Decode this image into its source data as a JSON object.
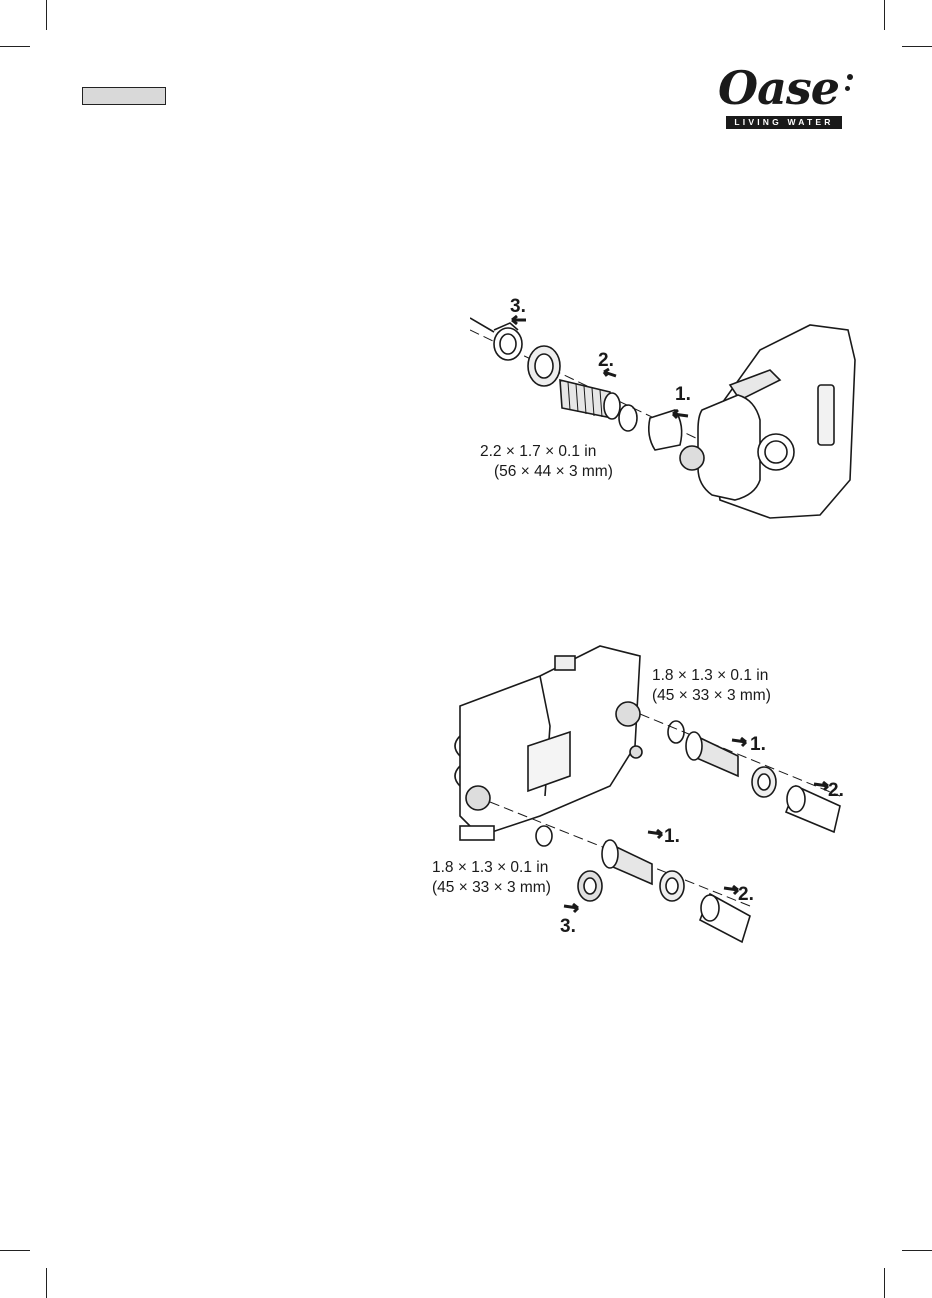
{
  "brand": {
    "name": "Oase",
    "tagline": "LIVING WATER"
  },
  "figure_top": {
    "steps": [
      "1.",
      "2.",
      "3."
    ],
    "dimension_in": "2.2 × 1.7 × 0.1 in",
    "dimension_mm": "(56 × 44 × 3 mm)"
  },
  "figure_bottom": {
    "upper_steps": [
      "1.",
      "2."
    ],
    "upper_dimension_in": "1.8 × 1.3 × 0.1 in",
    "upper_dimension_mm": "(45 × 33 × 3 mm)",
    "lower_steps": [
      "1.",
      "2.",
      "3."
    ],
    "lower_dimension_in": "1.8 × 1.3 × 0.1 in",
    "lower_dimension_mm": "(45 × 33 × 3 mm)"
  }
}
